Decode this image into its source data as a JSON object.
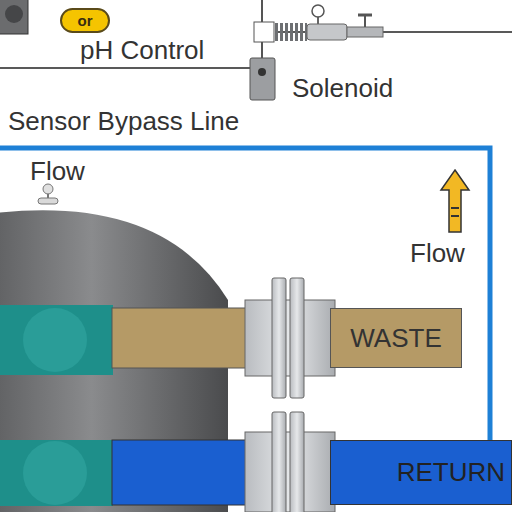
{
  "diagram": {
    "nodes": [
      {
        "text": [
          "or"
        ]
      },
      {
        "text": [
          "WASTE"
        ]
      },
      {
        "text": [
          "RETURN"
        ]
      }
    ],
    "labels": [
      "pH Control",
      "Solenoid",
      "Sensor Bypass Line",
      "Flow",
      "Flow"
    ]
  }
}
